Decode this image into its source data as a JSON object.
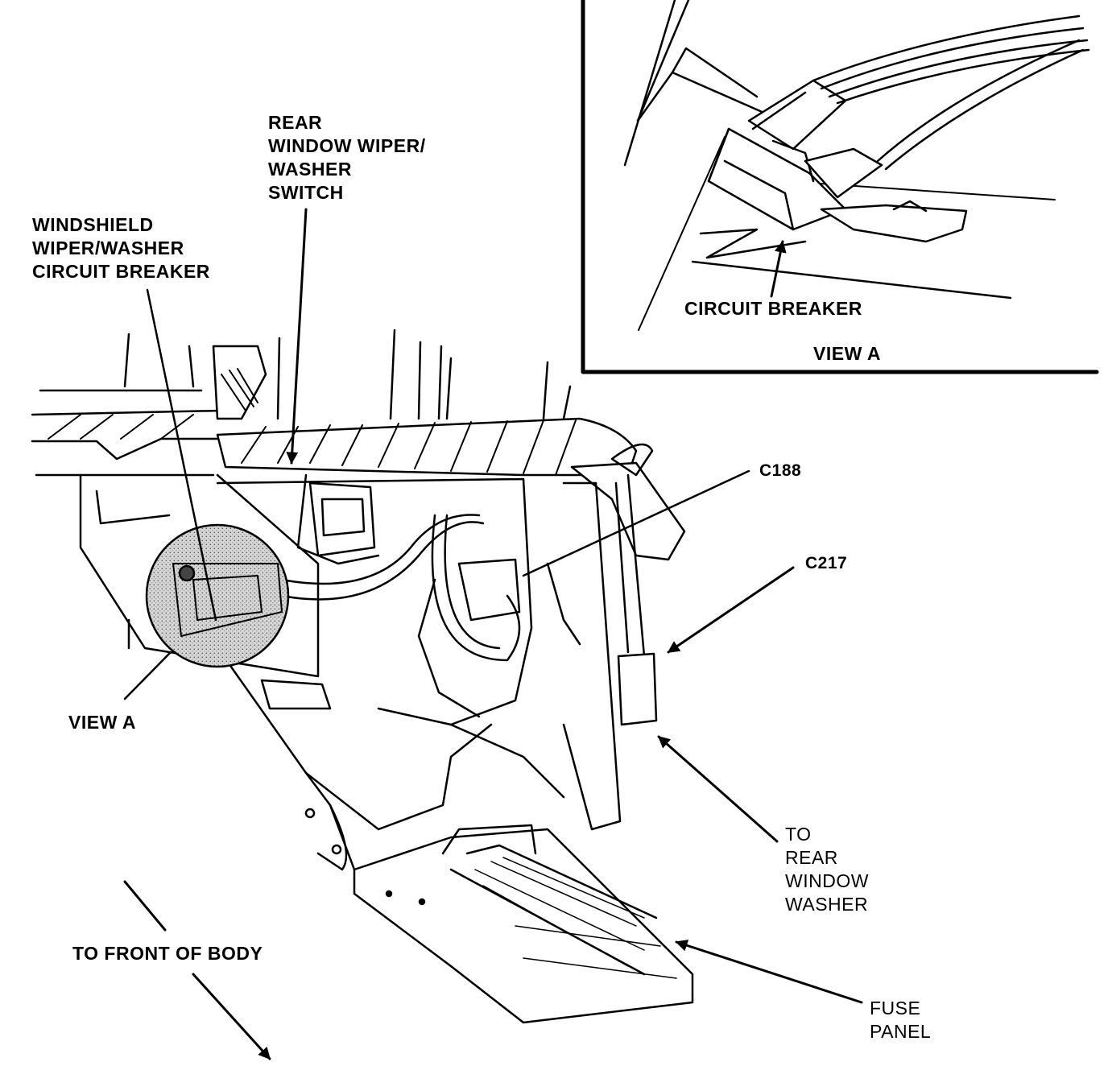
{
  "labels": {
    "rear_switch": [
      "REAR",
      "WINDOW WIPER/",
      "WASHER",
      "SWITCH"
    ],
    "windshield_cb": [
      "WINDSHIELD",
      "WIPER/WASHER",
      "CIRCUIT BREAKER"
    ],
    "circuit_breaker": "CIRCUIT BREAKER",
    "view_a_inset": "VIEW A",
    "c188": "C188",
    "c217": "C217",
    "view_a_main": "VIEW A",
    "to_rear_washer": [
      "TO",
      "REAR",
      "WINDOW",
      "WASHER"
    ],
    "to_front": "TO FRONT OF BODY",
    "fuse_panel": [
      "FUSE",
      "PANEL"
    ]
  },
  "colors": {
    "ink": "#000000",
    "background": "#ffffff",
    "view_a_fill": "#cfcfcf"
  }
}
